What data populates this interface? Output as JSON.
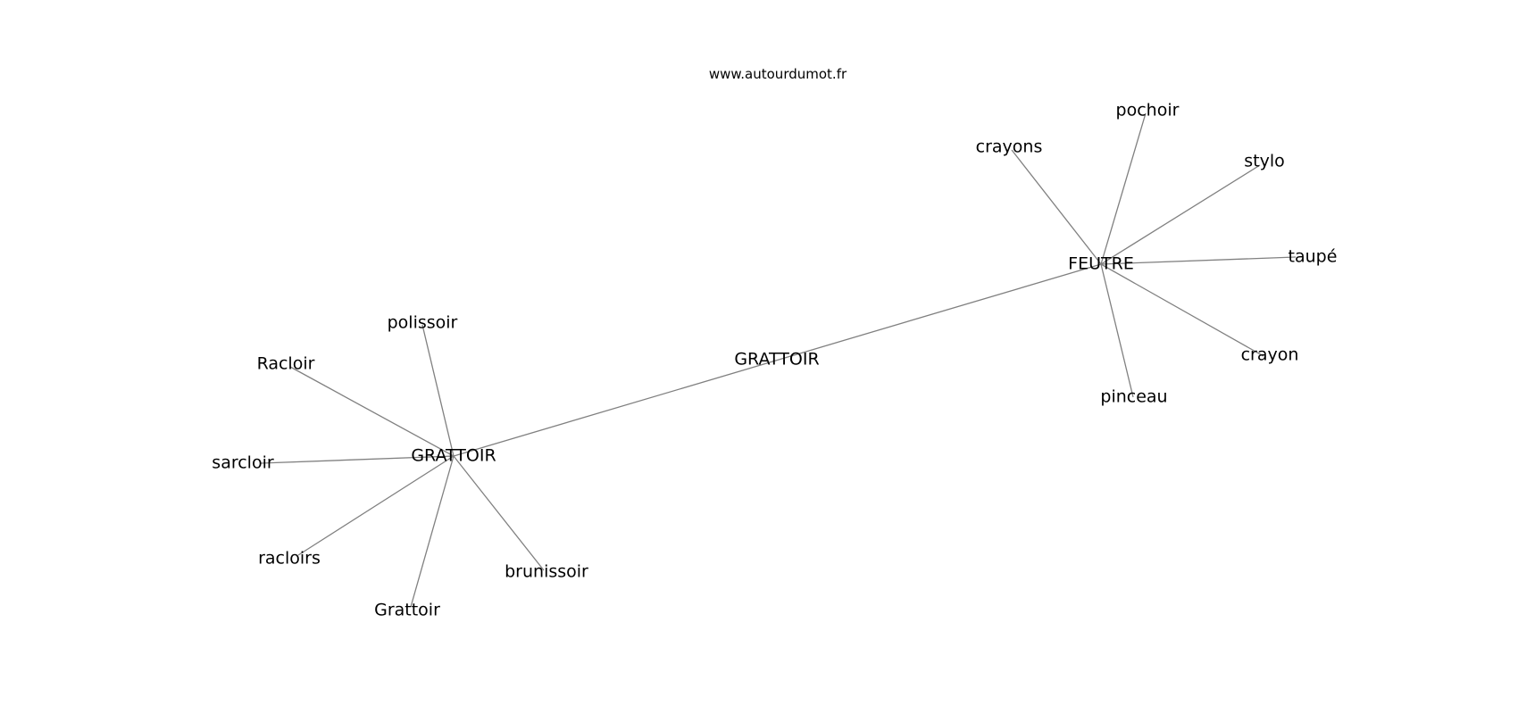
{
  "site": "www.autourdumot.fr",
  "colors": {
    "edge": "#808080",
    "text": "#000000",
    "background": "#ffffff"
  },
  "nodes": [
    {
      "id": "grattoir_center",
      "label": "GRATTOIR"
    },
    {
      "id": "grattoir_hub",
      "label": "GRATTOIR"
    },
    {
      "id": "feutre",
      "label": "FEUTRE"
    },
    {
      "id": "polissoir",
      "label": "polissoir"
    },
    {
      "id": "racloir_cap",
      "label": "Racloir"
    },
    {
      "id": "sarcloir",
      "label": "sarcloir"
    },
    {
      "id": "racloirs",
      "label": "racloirs"
    },
    {
      "id": "grattoir_cap",
      "label": "Grattoir"
    },
    {
      "id": "brunissoir",
      "label": "brunissoir"
    },
    {
      "id": "crayons",
      "label": "crayons"
    },
    {
      "id": "pochoir",
      "label": "pochoir"
    },
    {
      "id": "stylo",
      "label": "stylo"
    },
    {
      "id": "taupe",
      "label": "taupé"
    },
    {
      "id": "crayon",
      "label": "crayon"
    },
    {
      "id": "pinceau",
      "label": "pinceau"
    }
  ],
  "edges": [
    [
      "grattoir_hub",
      "feutre"
    ],
    [
      "grattoir_hub",
      "polissoir"
    ],
    [
      "grattoir_hub",
      "racloir_cap"
    ],
    [
      "grattoir_hub",
      "sarcloir"
    ],
    [
      "grattoir_hub",
      "racloirs"
    ],
    [
      "grattoir_hub",
      "grattoir_cap"
    ],
    [
      "grattoir_hub",
      "brunissoir"
    ],
    [
      "feutre",
      "crayons"
    ],
    [
      "feutre",
      "pochoir"
    ],
    [
      "feutre",
      "stylo"
    ],
    [
      "feutre",
      "taupe"
    ],
    [
      "feutre",
      "crayon"
    ],
    [
      "feutre",
      "pinceau"
    ]
  ]
}
